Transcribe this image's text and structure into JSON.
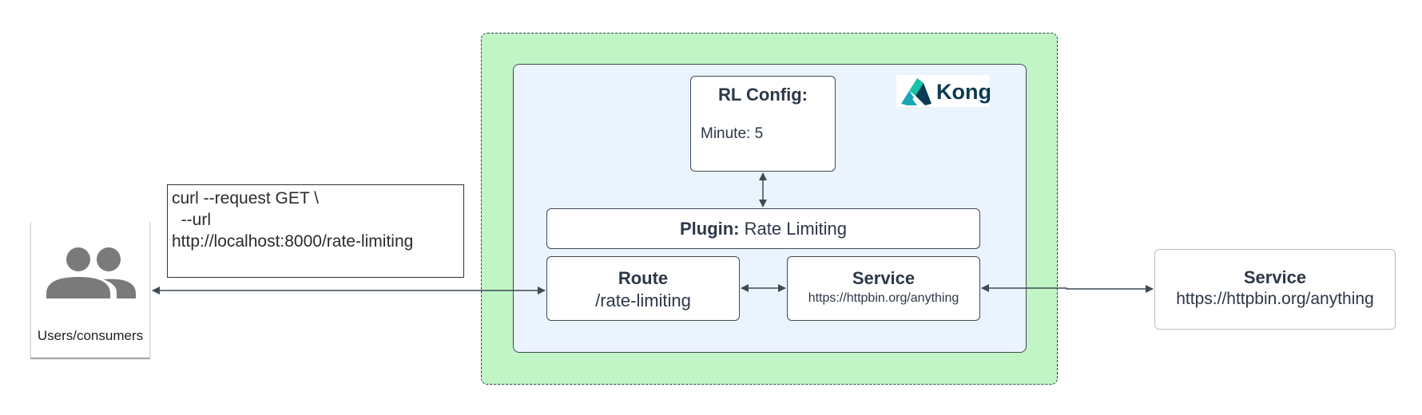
{
  "users": {
    "label": "Users/consumers",
    "icon": "people-group-icon"
  },
  "curl": {
    "lines": [
      "curl --request GET \\",
      "  --url",
      "http://localhost:8000/rate-limiting"
    ]
  },
  "kong": {
    "logo_text": "Kong",
    "logo_icon": "kong-logo-icon"
  },
  "rl_config": {
    "title": "RL Config:",
    "minute": "Minute: 5"
  },
  "plugin": {
    "bold_label": "Plugin:",
    "name": "Rate Limiting"
  },
  "route": {
    "title": "Route",
    "path": "/rate-limiting"
  },
  "gateway_service": {
    "title": "Service",
    "url": "https://httpbin.org/anything"
  },
  "upstream_service": {
    "title": "Service",
    "url": "https://httpbin.org/anything"
  },
  "colors": {
    "outer_green": "#c1f5c6",
    "inner_blue": "#ebf4fe",
    "stroke": "#3f4a54",
    "kong_dark": "#0b3a53",
    "kong_teal": "#1ba6b8"
  }
}
